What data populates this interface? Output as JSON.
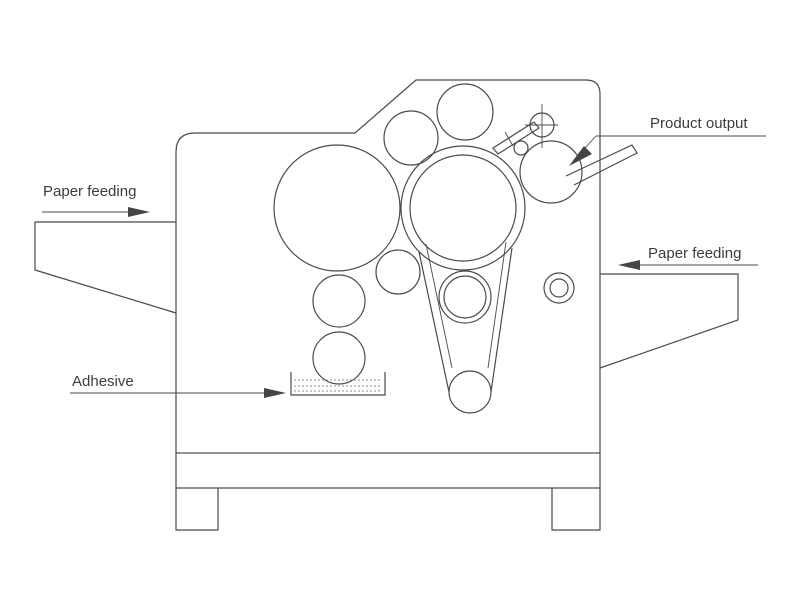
{
  "labels": {
    "paper_feeding_left": "Paper feeding",
    "paper_feeding_right": "Paper feeding",
    "product_output": "Product output",
    "adhesive": "Adhesive"
  },
  "colors": {
    "line": "#4a4a4a",
    "text": "#3c3c3c",
    "background": "#ffffff"
  }
}
